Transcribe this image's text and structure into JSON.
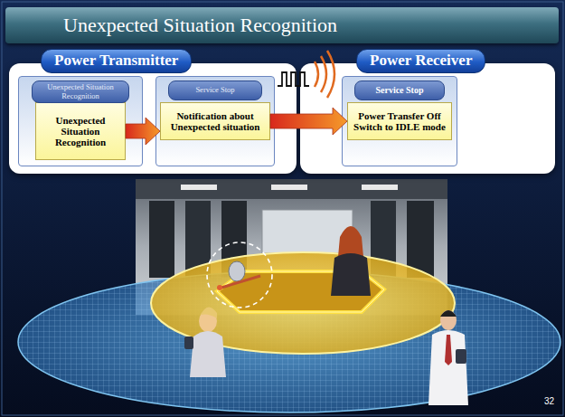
{
  "diagram": {
    "title": "Unexpected Situation Recognition",
    "nodes": [
      {
        "text": [
          "Power Transmitter"
        ]
      },
      {
        "text": [
          "Unexpected Situation Recognition"
        ],
        "in": 0
      },
      {
        "text": [
          "Unexpected Situation Recognition"
        ],
        "in": 1
      },
      {
        "text": [
          "Service Stop"
        ],
        "in": 0
      },
      {
        "text": [
          "Notification about Unexpected situation"
        ],
        "in": 3
      },
      {
        "text": [
          "Power Receiver"
        ]
      },
      {
        "text": [
          "Service Stop"
        ],
        "in": 5
      },
      {
        "text": [
          "Power Transfer Off Switch to IDLE mode"
        ],
        "in": 6
      }
    ],
    "edges": [
      {
        "from": 2,
        "to": 4,
        "arrow": "to"
      },
      {
        "from": 4,
        "to": 7,
        "arrow": "to"
      }
    ],
    "labels": [
      "32"
    ]
  }
}
